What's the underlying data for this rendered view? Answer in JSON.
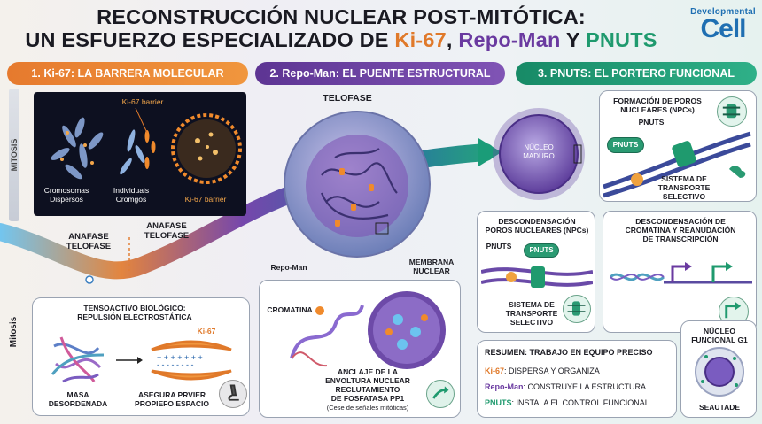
{
  "title": {
    "line1": "RECONSTRUCCIÓN NUCLEAR POST-MITÓTICA:",
    "line2_prefix": "UN ESFUERZO ESPECIALIZADO DE ",
    "ki67": "Ki-67",
    "sep1": ", ",
    "repoman": "Repo-Man",
    "sep2": " Y ",
    "pnuts": "PNUTS"
  },
  "brand": {
    "line1": "Developmental",
    "line2": "Cell"
  },
  "colors": {
    "ki67": "#e0792a",
    "repoman": "#6a3aa0",
    "pnuts": "#1f9a6e",
    "brand": "#1f6fb2"
  },
  "section1": {
    "header": "1. Ki-67: LA BARRERA MOLECULAR",
    "side_label": "MITOSIS",
    "micro": {
      "barrier_label_top": "Ki-67 barrier",
      "barrier_label_bottom": "Ki-67 barrier",
      "dispersed": "Cromosomas\nDispersos",
      "individual": "Individuais\nCromgos"
    },
    "arrow_labels": {
      "anafase1": "ANAFASE\nTELOFASE",
      "anafase2": "ANAFASE\nTELOFASE"
    },
    "bottom_side_label": "Mitosis",
    "surfactant": {
      "title": "TENSOACTIVO BIOLÓGICO:\nREPULSIÓN ELECTROSTÁTICA",
      "ki67_label": "Ki-67",
      "mass": "MASA\nDESORDENADA",
      "space": "ASEGURA PRVIER\nPROPIEFO ESPACIO"
    }
  },
  "section2": {
    "header": "2. Repo-Man: EL PUENTE ESTRUCTURAL",
    "telofase": "TELOFASE",
    "repoman_label": "Repo-Man",
    "membrane": "MEMBRANA\nNUCLEAR",
    "chromatin": "CROMATINA",
    "anchor": "ANCLAJE DE LA\nENVOLTURA NUCLEAR\nRECLUTAMIENTO\nDE FOSFATASA PP1",
    "anchor_note": "(Cese de señales mitóticas)"
  },
  "section3": {
    "header": "3. PNUTS: EL PORTERO FUNCIONAL",
    "nucleus": "NÚCLEO\nMADURO",
    "pores_title": "FORMACIÓN DE POROS\nNUCLEARES (NPCs)",
    "pnuts_small": "PNUTS",
    "pnuts_bubble": "PNUTS",
    "transport": "SISTEMA DE\nTRANSPORTE\nSELECTIVO",
    "decond_pores_title": "DESCONDENSACIÓN\nPOROS NUCLEARES (NPCs)",
    "pnuts_small2": "PNUTS",
    "pnuts_bubble2": "PNUTS",
    "transport2": "SISTEMA DE\nTRANSPORTE\nSELECTIVO",
    "decond_chrom": "DESCONDENSACIÓN DE\nCROMATINA Y REANUDACIÓN\nDE TRANSCRIPCIÓN",
    "summary": {
      "title": "RESUMEN: TRABAJO EN EQUIPO PRECISO",
      "rows": [
        {
          "name": "Ki-67",
          "text": ": DISPERSA Y ORGANIZA"
        },
        {
          "name": "Repo-Man",
          "text": ": CONSTRUYE LA ESTRUCTURA"
        },
        {
          "name": "PNUTS",
          "text": ": INSTALA EL CONTROL FUNCIONAL"
        }
      ]
    },
    "g1": {
      "title": "NÚCLEO\nFUNCIONAL G1",
      "caption": "SEAUTADE"
    }
  }
}
